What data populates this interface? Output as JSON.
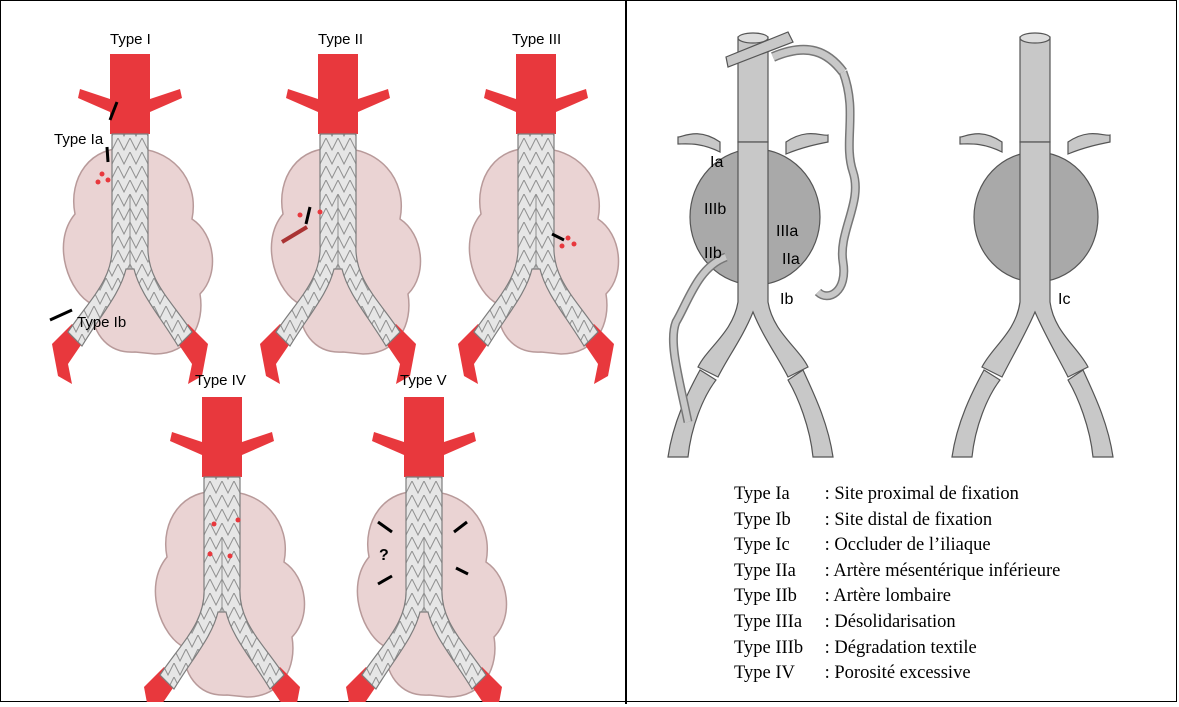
{
  "left_panel": {
    "diagrams": [
      {
        "title": "Type I",
        "callouts": [
          "Type Ia",
          "Type Ib"
        ]
      },
      {
        "title": "Type II",
        "callouts": []
      },
      {
        "title": "Type III",
        "callouts": []
      },
      {
        "title": "Type IV",
        "callouts": []
      },
      {
        "title": "Type V",
        "callouts": [
          "?"
        ]
      }
    ]
  },
  "right_panel": {
    "left_diagram_labels": [
      "Ia",
      "IIIb",
      "IIb",
      "IIIa",
      "IIa",
      "Ib"
    ],
    "right_diagram_labels": [
      "Ic"
    ],
    "legend": [
      {
        "type": "Type Ia",
        "desc": ": Site proximal de fixation"
      },
      {
        "type": "Type Ib",
        "desc": ": Site distal de fixation"
      },
      {
        "type": "Type Ic",
        "desc": ": Occluder de l’iliaque"
      },
      {
        "type": "Type IIa",
        "desc": ": Artère mésentérique inférieure"
      },
      {
        "type": "Type IIb",
        "desc": ": Artère lombaire"
      },
      {
        "type": "Type IIIa",
        "desc": ": Désolidarisation"
      },
      {
        "type": "Type IIIb",
        "desc": ": Dégradation textile"
      },
      {
        "type": "Type IV",
        "desc": ": Porosité excessive"
      }
    ]
  },
  "colors": {
    "aorta_red": "#e8383d",
    "sac_pink": "#ead3d3",
    "sac_stroke": "#b89a9a",
    "graft_gray": "#dcdcdc",
    "vessel_gray": "#c8c8c8",
    "aneurysm_gray": "#a9a9a9"
  }
}
